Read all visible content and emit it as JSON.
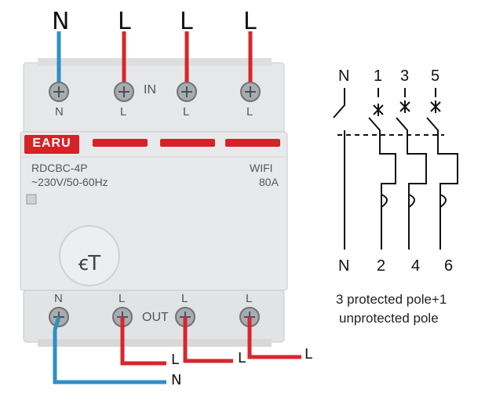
{
  "wiring_labels": {
    "top_n": "N",
    "top_l1": "L",
    "top_l2": "L",
    "top_l3": "L",
    "bottom_l1": "L",
    "bottom_l2": "L",
    "bottom_l3": "L",
    "bottom_n": "N"
  },
  "device": {
    "brand": "EARU",
    "model": "RDCBC-4P",
    "rating": "~230V/50-60Hz",
    "feature": "WIFI",
    "current": "80A",
    "in_label": "IN",
    "out_label": "OUT",
    "logo_mark": "ꞓT",
    "top_terminals": [
      "N",
      "L",
      "L",
      "L"
    ],
    "bottom_terminals": [
      "N",
      "L",
      "L",
      "L"
    ]
  },
  "schematic": {
    "top_labels": [
      "N",
      "1",
      "3",
      "5"
    ],
    "bottom_labels": [
      "N",
      "2",
      "4",
      "6"
    ],
    "caption_line1": "3 protected pole+1",
    "caption_line2": "unprotected pole"
  },
  "colors": {
    "live_wire": "#d8262c",
    "neutral_wire": "#2f8fc4",
    "device_body": "#e4e6e8",
    "brand_red": "#d82127"
  }
}
